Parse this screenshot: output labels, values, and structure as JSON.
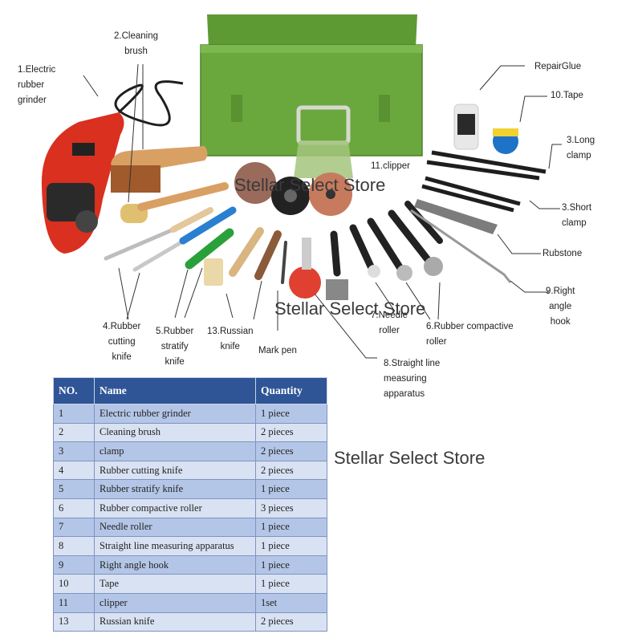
{
  "labels": {
    "electric_grinder": [
      "1.Electric",
      "rubber",
      "grinder"
    ],
    "cleaning_brush": [
      "2.Cleaning",
      "brush"
    ],
    "repair_glue": [
      "RepairGlue"
    ],
    "tape": [
      "10.Tape"
    ],
    "long_clamp": [
      "3.Long",
      "clamp"
    ],
    "short_clamp": [
      "3.Short",
      "clamp"
    ],
    "rubstone": [
      "Rubstone"
    ],
    "right_angle_hook": [
      "9.Right",
      "angle",
      "hook"
    ],
    "clipper": [
      "11.clipper"
    ],
    "rubber_cutting_knife": [
      "4.Rubber",
      "cutting",
      "knife"
    ],
    "rubber_stratify_knife": [
      "5.Rubber",
      "stratify",
      "knife"
    ],
    "russian_knife": [
      "13.Russian",
      "knife"
    ],
    "mark_pen": [
      "Mark pen"
    ],
    "needle_roller": [
      "7.Needle",
      "roller"
    ],
    "compactive_roller": [
      "6.Rubber compactive",
      "roller"
    ],
    "measuring_apparatus": [
      "8.Straight line",
      "measuring",
      "apparatus"
    ]
  },
  "watermarks": [
    "Stellar Select Store",
    "Stellar Select Store",
    "Stellar Select Store"
  ],
  "table": {
    "headers": [
      "NO.",
      "Name",
      "Quantity"
    ],
    "rows": [
      [
        "1",
        "Electric rubber grinder",
        "1 piece"
      ],
      [
        "2",
        "Cleaning brush",
        "2 pieces"
      ],
      [
        "3",
        "clamp",
        "2 pieces"
      ],
      [
        "4",
        "Rubber cutting knife",
        "2 pieces"
      ],
      [
        "5",
        "Rubber stratify knife",
        "1 piece"
      ],
      [
        "6",
        "Rubber compactive roller",
        "3 pieces"
      ],
      [
        "7",
        "Needle roller",
        "1 piece"
      ],
      [
        "8",
        "Straight line measuring apparatus",
        "1 piece"
      ],
      [
        "9",
        "Right angle hook",
        "1 piece"
      ],
      [
        "10",
        "Tape",
        "1 piece"
      ],
      [
        "11",
        "clipper",
        "1set"
      ],
      [
        "13",
        "Russian knife",
        "2 pieces"
      ]
    ]
  },
  "colors": {
    "toolbox_green": "#6aa83e",
    "grinder_red": "#d9301f",
    "table_header": "#2f5597",
    "table_row_dark": "#b4c6e7",
    "table_row_light": "#d9e2f3"
  }
}
